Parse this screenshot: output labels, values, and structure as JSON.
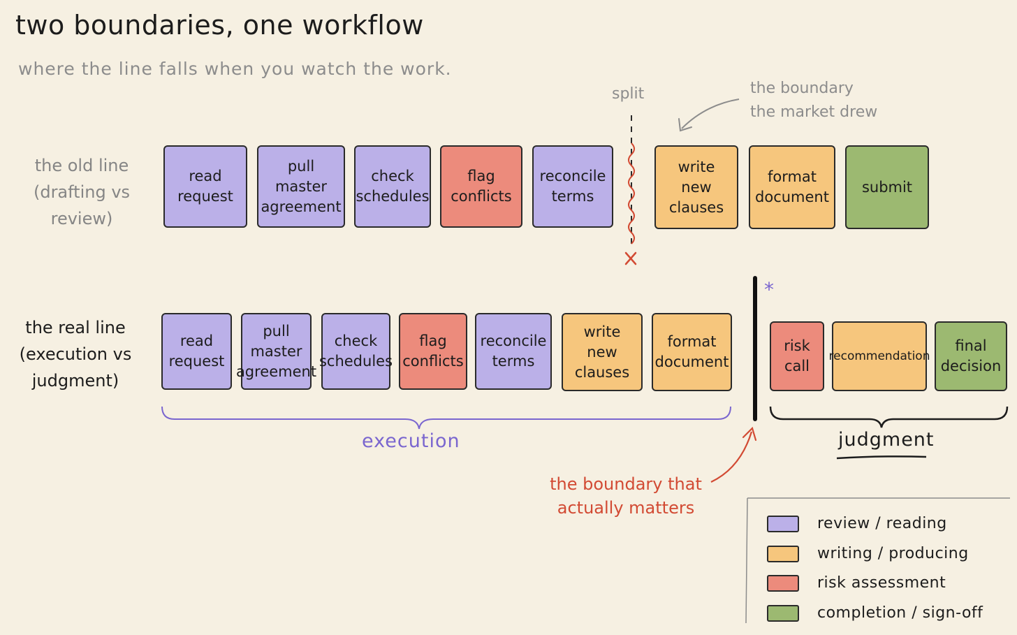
{
  "title": "two boundaries, one workflow",
  "subtitle": "where the line falls when you watch the work.",
  "colors": {
    "review": "#bbb0e8",
    "writing": "#f6c67d",
    "risk": "#ec8b7c",
    "completion": "#9cb971",
    "accent_purple": "#7a66cf",
    "accent_red": "#d24a33"
  },
  "old_row": {
    "label": "the old line\n(drafting vs\nreview)",
    "split_label": "split",
    "market_annotation": "the boundary\nthe market drew",
    "steps": [
      {
        "text": "read\nrequest",
        "category": "review"
      },
      {
        "text": "pull\nmaster\nagreement",
        "category": "review"
      },
      {
        "text": "check\nschedules",
        "category": "review"
      },
      {
        "text": "flag\nconflicts",
        "category": "risk"
      },
      {
        "text": "reconcile\nterms",
        "category": "review"
      },
      {
        "text": "write\nnew\nclauses",
        "category": "writing"
      },
      {
        "text": "format\ndocument",
        "category": "writing"
      },
      {
        "text": "submit",
        "category": "completion"
      }
    ]
  },
  "real_row": {
    "label": "the real line\n(execution vs\njudgment)",
    "star": "*",
    "steps": [
      {
        "text": "read\nrequest",
        "category": "review"
      },
      {
        "text": "pull\nmaster\nagreement",
        "category": "review"
      },
      {
        "text": "check\nschedules",
        "category": "review"
      },
      {
        "text": "flag\nconflicts",
        "category": "risk"
      },
      {
        "text": "reconcile\nterms",
        "category": "review"
      },
      {
        "text": "write\nnew\nclauses",
        "category": "writing"
      },
      {
        "text": "format\ndocument",
        "category": "writing"
      },
      {
        "text": "risk\ncall",
        "category": "risk"
      },
      {
        "text": "recommendation",
        "category": "writing"
      },
      {
        "text": "final\ndecision",
        "category": "completion"
      }
    ],
    "execution_label": "execution",
    "judgment_label": "judgment",
    "matters_annotation": "the boundary that\nactually matters"
  },
  "legend": [
    {
      "label": "review / reading",
      "category": "review"
    },
    {
      "label": "writing / producing",
      "category": "writing"
    },
    {
      "label": "risk assessment",
      "category": "risk"
    },
    {
      "label": "completion / sign-off",
      "category": "completion"
    }
  ]
}
